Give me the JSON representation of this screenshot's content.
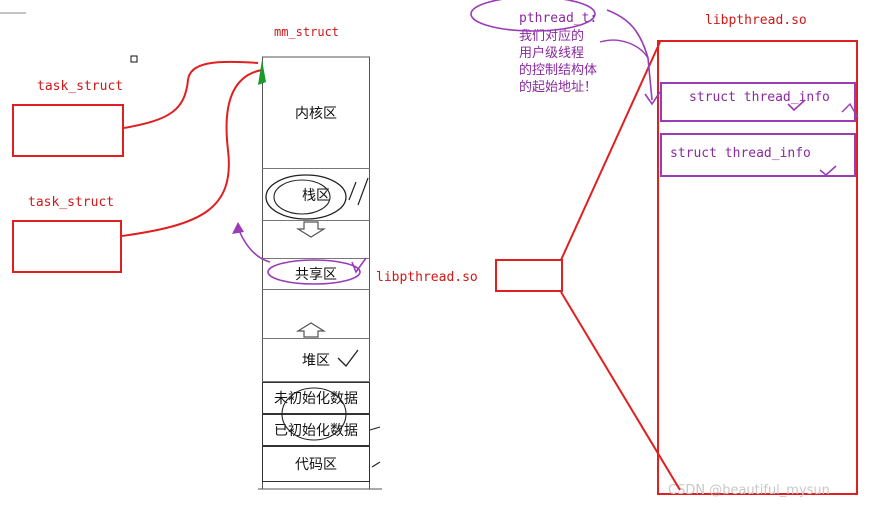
{
  "mm_struct_title": "mm_struct",
  "task_structs": [
    {
      "label": "task_struct"
    },
    {
      "label": "task_struct"
    }
  ],
  "memory_regions": {
    "kernel": "内核区",
    "stack": "栈区",
    "shared": "共享区",
    "heap": "堆区",
    "bss": "未初始化数据",
    "data": "已初始化数据",
    "code": "代码区"
  },
  "shared_lib_label": "libpthread.so",
  "libpthread": {
    "title": "libpthread.so",
    "thread_infos": [
      "struct thread_info",
      "struct thread_info"
    ]
  },
  "annotation": {
    "pthread_t": "pthread_t:",
    "lines": [
      "我们对应的",
      "用户级线程",
      "的控制结构体",
      "的起始地址！"
    ]
  },
  "watermark": "CSDN @beautiful_mysun",
  "colors": {
    "red": "#e02020",
    "purple": "#9a3cb6",
    "green": "#1a9a2a"
  }
}
